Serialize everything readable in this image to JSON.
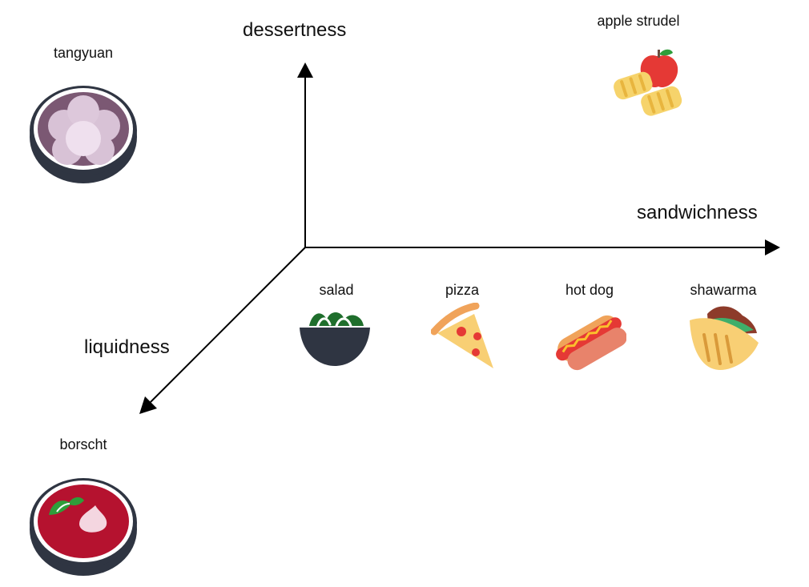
{
  "axes": {
    "vertical": "dessertness",
    "horizontal": "sandwichness",
    "diagonal": "liquidness"
  },
  "foods": {
    "tangyuan": {
      "label": "tangyuan",
      "icon": "tangyuan-bowl-icon"
    },
    "apple_strudel": {
      "label": "apple strudel",
      "icon": "apple-strudel-icon"
    },
    "salad": {
      "label": "salad",
      "icon": "salad-bowl-icon"
    },
    "pizza": {
      "label": "pizza",
      "icon": "pizza-slice-icon"
    },
    "hot_dog": {
      "label": "hot dog",
      "icon": "hot-dog-icon"
    },
    "shawarma": {
      "label": "shawarma",
      "icon": "shawarma-icon"
    },
    "borscht": {
      "label": "borscht",
      "icon": "borscht-bowl-icon"
    }
  },
  "colors": {
    "axis": "#000000",
    "bowl_rim": "#2f3542",
    "tangyuan_soup": "#7b5873",
    "borscht_soup": "#b5122f",
    "pizza_crust": "#f0a35a",
    "sausage": "#e8836b",
    "leaf_green": "#2e9e3a"
  }
}
